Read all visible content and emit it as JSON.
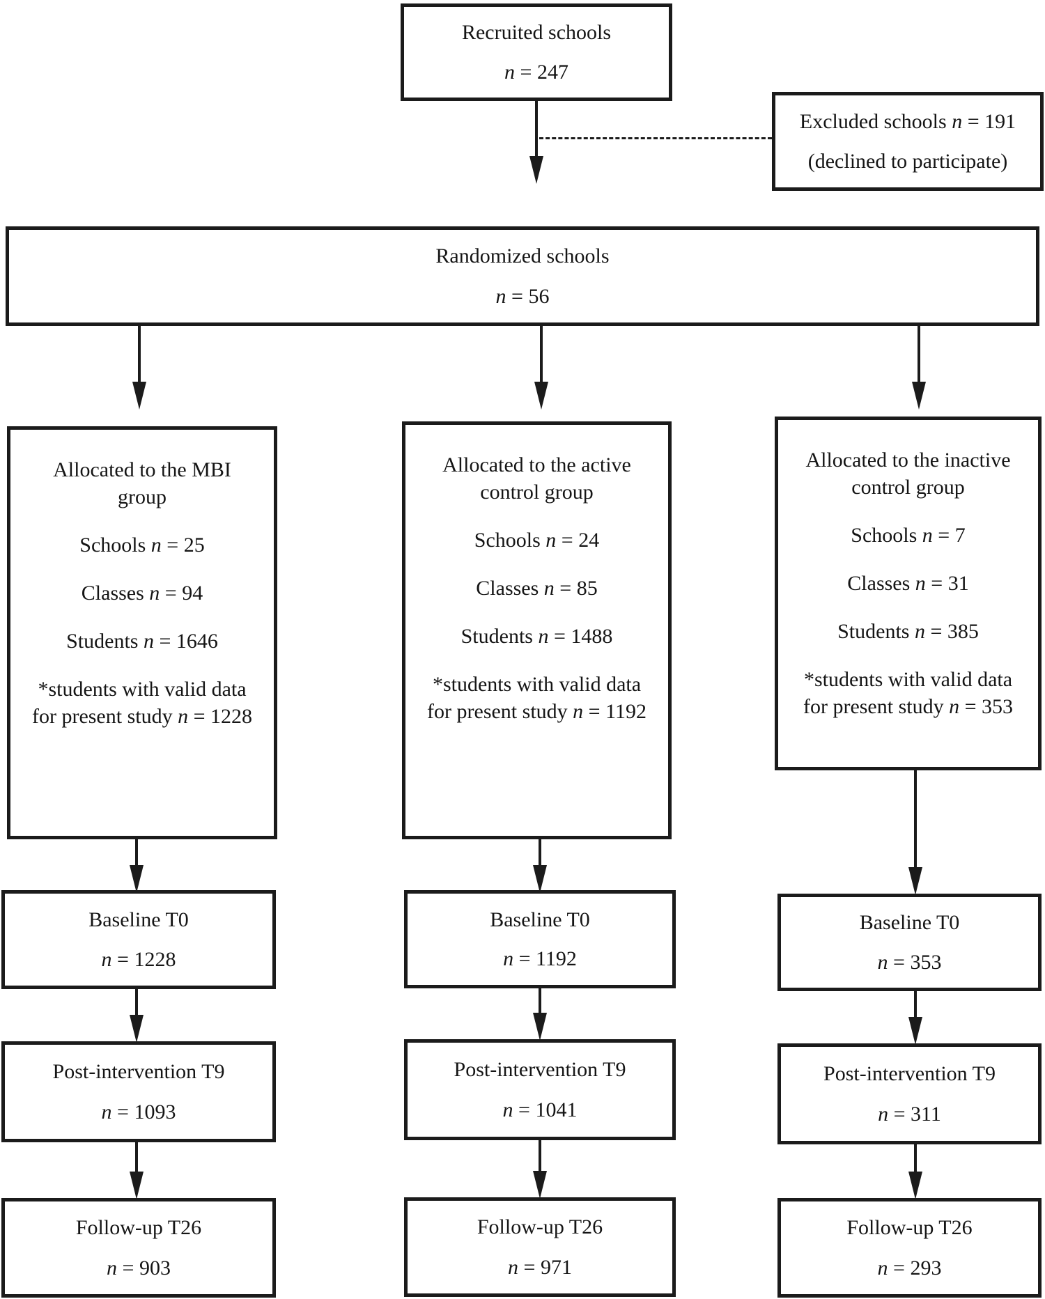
{
  "diagram": {
    "recruited": {
      "line1": "Recruited schools",
      "line2": "n = 247"
    },
    "excluded": {
      "line1": "Excluded schools n = 191",
      "line2": "(declined to participate)"
    },
    "randomized": {
      "line1": "Randomized schools",
      "line2": "n = 56"
    },
    "columns": [
      {
        "allocation": {
          "title": "Allocated to the MBI group",
          "schools": "Schools n = 25",
          "classes": "Classes n = 94",
          "students": "Students n = 1646",
          "valid": "*students with valid data for present study n = 1228"
        },
        "baseline": {
          "label": "Baseline T0",
          "value": "n = 1228"
        },
        "post": {
          "label": "Post-intervention T9",
          "value": "n = 1093"
        },
        "followup": {
          "label": "Follow-up T26",
          "value": "n = 903"
        }
      },
      {
        "allocation": {
          "title": "Allocated to the active control group",
          "schools": "Schools n = 24",
          "classes": "Classes n = 85",
          "students": "Students n = 1488",
          "valid": "*students with valid data for present study n = 1192"
        },
        "baseline": {
          "label": "Baseline T0",
          "value": "n = 1192"
        },
        "post": {
          "label": "Post-intervention T9",
          "value": "n = 1041"
        },
        "followup": {
          "label": "Follow-up T26",
          "value": "n = 971"
        }
      },
      {
        "allocation": {
          "title": "Allocated to the inactive control group",
          "schools": "Schools n = 7",
          "classes": "Classes n = 31",
          "students": "Students n = 385",
          "valid": "*students with valid data for present study n = 353"
        },
        "baseline": {
          "label": "Baseline T0",
          "value": "n = 353"
        },
        "post": {
          "label": "Post-intervention T9",
          "value": "n = 311"
        },
        "followup": {
          "label": "Follow-up T26",
          "value": "n = 293"
        }
      }
    ]
  },
  "colors": {
    "ink": "#1b1b1b",
    "background": "#ffffff"
  }
}
